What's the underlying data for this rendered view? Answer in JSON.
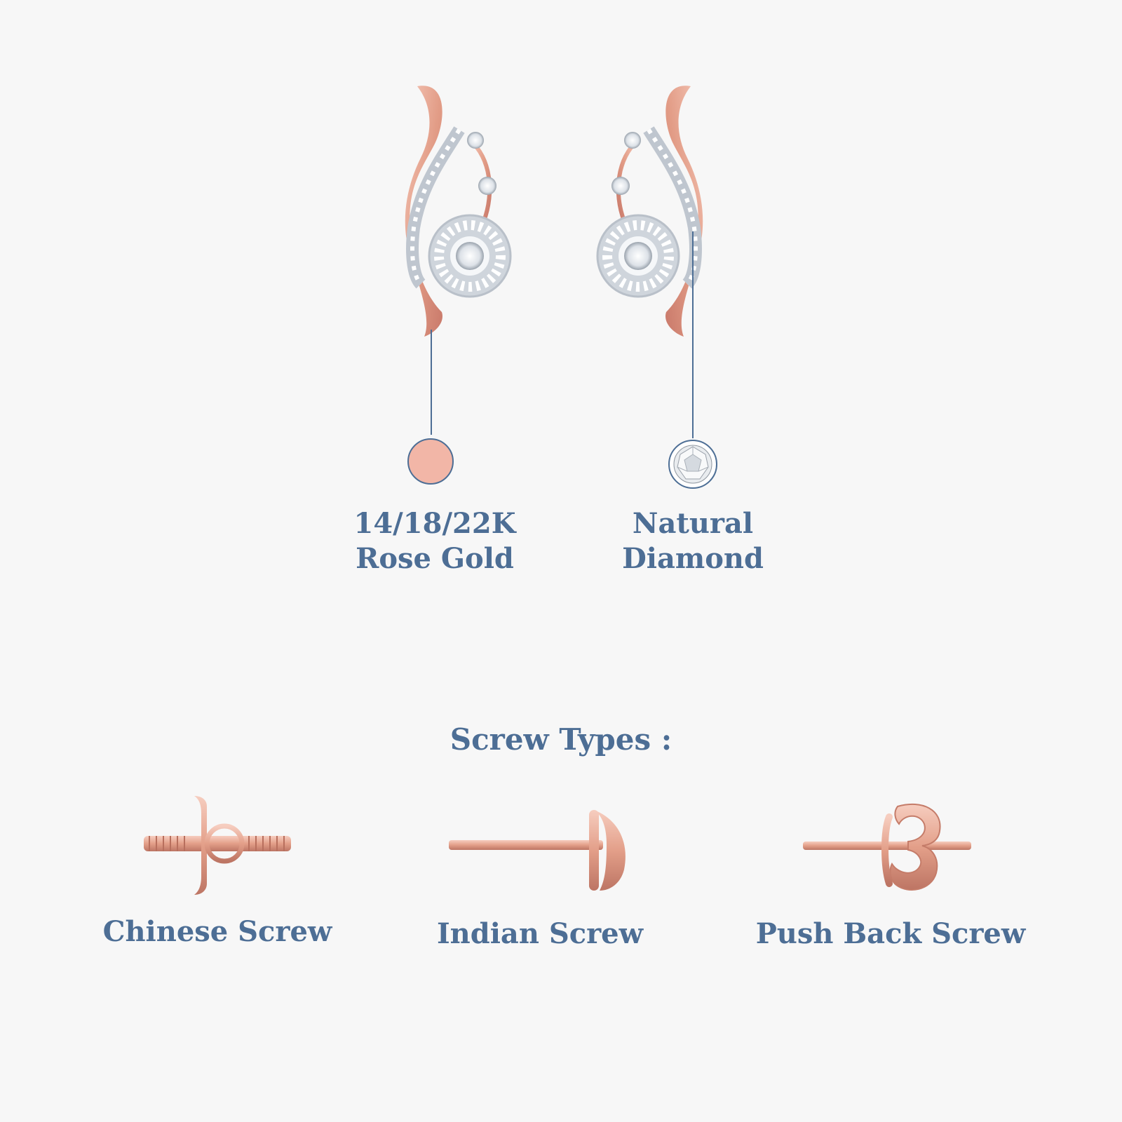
{
  "materials": {
    "metal": {
      "line1": "14/18/22K",
      "line2": "Rose Gold",
      "swatch_color": "#f2b6a7"
    },
    "stone": {
      "line1": "Natural",
      "line2": "Diamond"
    }
  },
  "screw_section": {
    "heading": "Screw Types :",
    "items": [
      {
        "label": "Chinese Screw"
      },
      {
        "label": "Indian Screw"
      },
      {
        "label": "Push Back Screw"
      }
    ]
  },
  "colors": {
    "text": "#4d6e95",
    "line": "#4d6e95",
    "rose_gold": "#e9a690",
    "rose_gold_dark": "#c97d68",
    "silver": "#dfe3e8",
    "background": "#f7f7f7"
  }
}
